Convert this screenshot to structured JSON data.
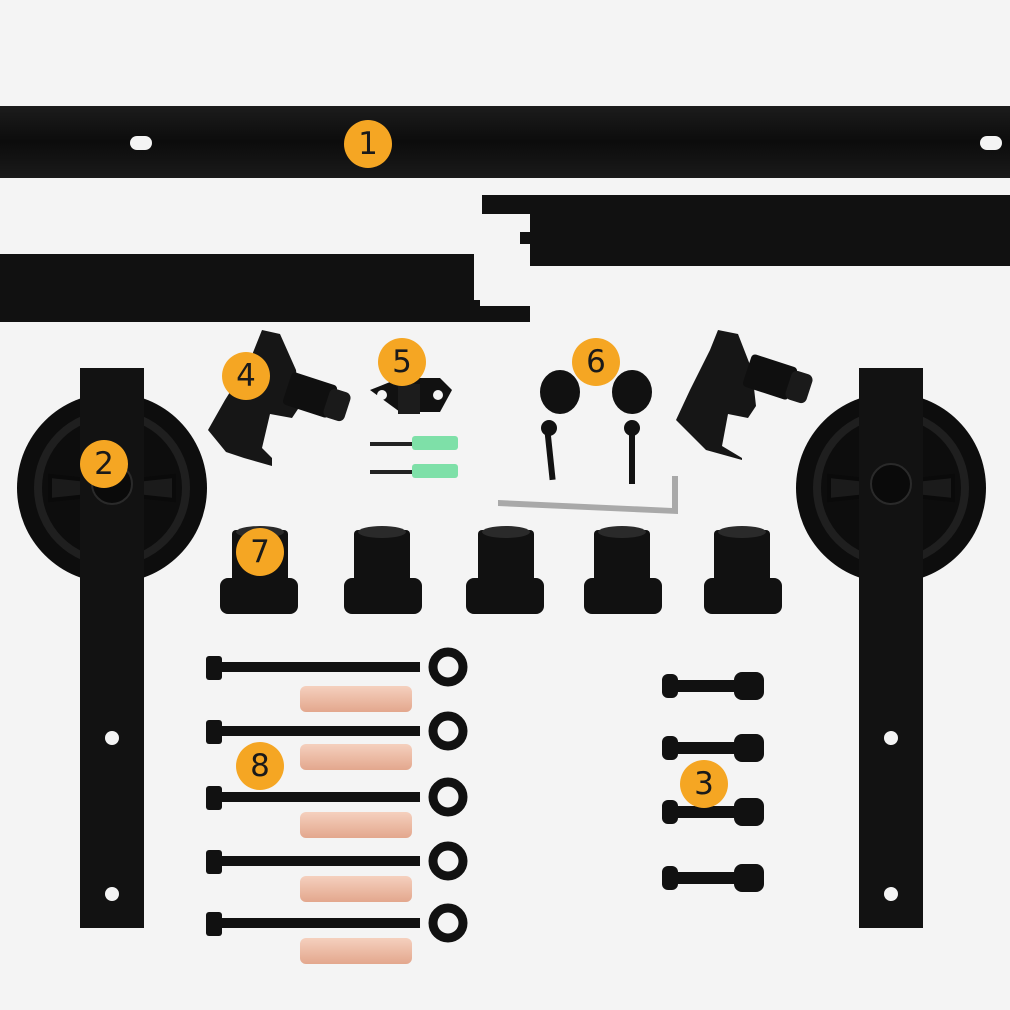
{
  "badges": {
    "b1": "1",
    "b2": "2",
    "b3": "3",
    "b4": "4",
    "b5": "5",
    "b6": "6",
    "b7": "7",
    "b8": "8"
  },
  "colors": {
    "background": "#f4f4f4",
    "hardware": "#111111",
    "badge": "#f5a623",
    "wood_anchor": "#f0c2aa",
    "wall_anchor": "#7ee0a8"
  },
  "parts": [
    {
      "id": "1",
      "name": "track-rail"
    },
    {
      "id": "2",
      "name": "hanger-roller"
    },
    {
      "id": "3",
      "name": "door-bolt"
    },
    {
      "id": "4",
      "name": "end-stopper"
    },
    {
      "id": "5",
      "name": "floor-guide"
    },
    {
      "id": "6",
      "name": "anti-jump-disc"
    },
    {
      "id": "7",
      "name": "spacer"
    },
    {
      "id": "8",
      "name": "lag-screw"
    }
  ]
}
